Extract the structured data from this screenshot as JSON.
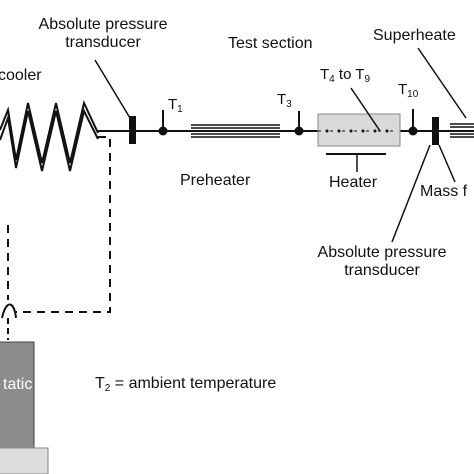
{
  "labels": {
    "cooler": "cooler",
    "absolute_pressure_transducer_top": [
      "Absolute pressure",
      "transducer"
    ],
    "test_section": "Test section",
    "superheater": "Superheate",
    "preheater": "Preheater",
    "heater": "Heater",
    "mass": "Mass f",
    "absolute_pressure_transducer_bottom": [
      "Absolute pressure",
      "transducer"
    ],
    "tatic": "tatic",
    "ambient_note": {
      "prefix": "T",
      "sub": "2",
      "suffix": " = ambient temperature"
    }
  },
  "sensors": {
    "t1": {
      "letter": "T",
      "sub": "1"
    },
    "t3": {
      "letter": "T",
      "sub": "3"
    },
    "t4_t9": {
      "letter": "T",
      "sub_a": "4",
      "mid": " to T",
      "sub_b": "9"
    },
    "t10": {
      "letter": "T",
      "sub": "10"
    }
  },
  "colors": {
    "line": "#111111",
    "section_fill": "#d9d9d9",
    "tank_fill": "#8c8c8c",
    "tank_base": "#dddddd"
  }
}
